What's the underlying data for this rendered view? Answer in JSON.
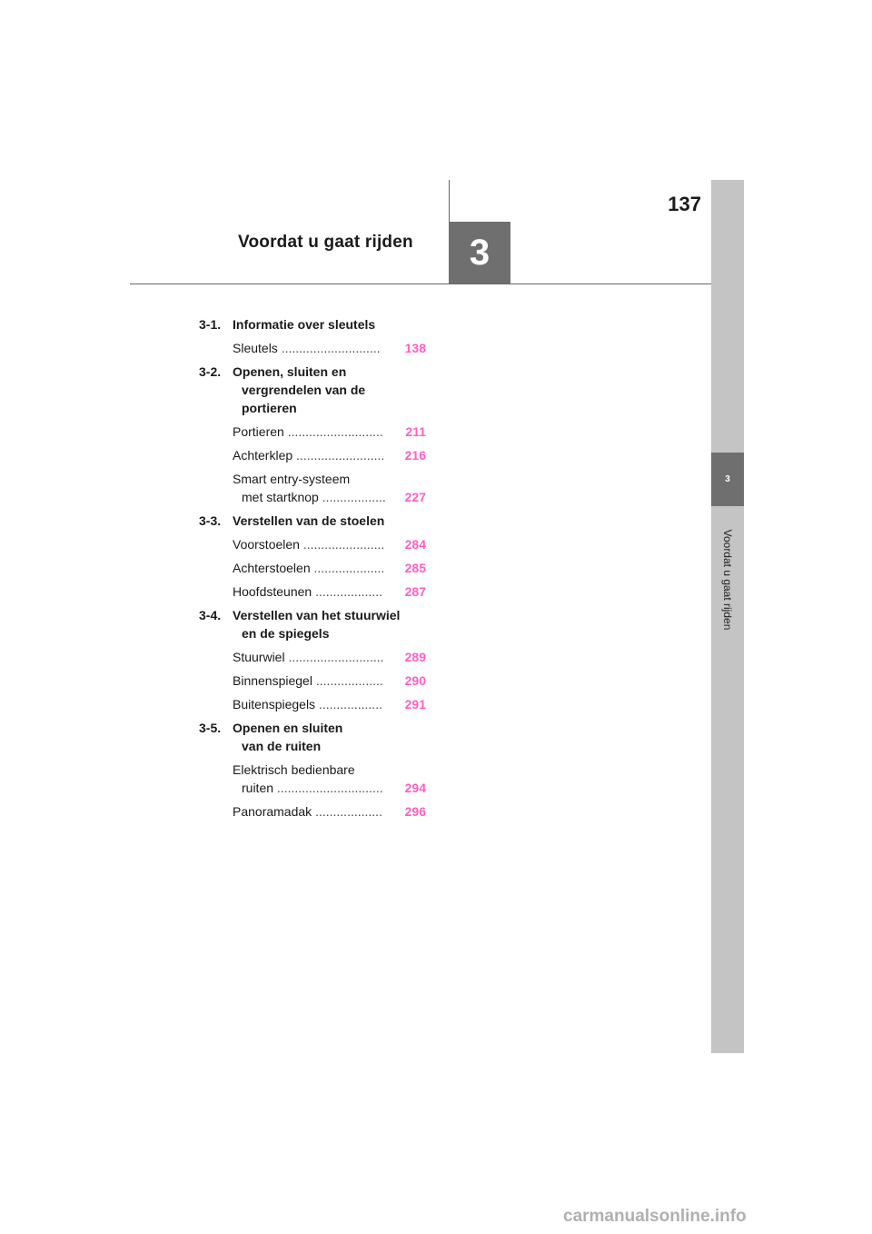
{
  "page": {
    "number": "137",
    "chapter_number": "3",
    "chapter_title": "Voordat u gaat rijden",
    "side_tab": {
      "number": "3",
      "label": "Voordat u gaat rijden"
    },
    "accent_color": "#ff5fc3"
  },
  "toc": [
    {
      "num": "3-1.",
      "title_lines": [
        "Informatie over sleutels"
      ],
      "entries": [
        {
          "lines": [
            "Sleutels"
          ],
          "dots": "............................",
          "page": "138"
        }
      ]
    },
    {
      "num": "3-2.",
      "title_lines": [
        "Openen, sluiten en",
        "vergrendelen van de",
        "portieren"
      ],
      "entries": [
        {
          "lines": [
            "Portieren"
          ],
          "dots": "...........................",
          "page": "211"
        },
        {
          "lines": [
            "Achterklep"
          ],
          "dots": ".........................",
          "page": "216"
        },
        {
          "lines": [
            "Smart entry-systeem",
            "met startknop"
          ],
          "dots": "..................",
          "page": "227"
        }
      ]
    },
    {
      "num": "3-3.",
      "title_lines": [
        "Verstellen van de stoelen"
      ],
      "entries": [
        {
          "lines": [
            "Voorstoelen"
          ],
          "dots": ".......................",
          "page": "284"
        },
        {
          "lines": [
            "Achterstoelen"
          ],
          "dots": "....................",
          "page": "285"
        },
        {
          "lines": [
            "Hoofdsteunen"
          ],
          "dots": "...................",
          "page": "287"
        }
      ]
    },
    {
      "num": "3-4.",
      "title_lines": [
        "Verstellen van het stuurwiel",
        "en de spiegels"
      ],
      "entries": [
        {
          "lines": [
            "Stuurwiel"
          ],
          "dots": "...........................",
          "page": "289"
        },
        {
          "lines": [
            "Binnenspiegel"
          ],
          "dots": "...................",
          "page": "290"
        },
        {
          "lines": [
            "Buitenspiegels"
          ],
          "dots": "..................",
          "page": "291"
        }
      ]
    },
    {
      "num": "3-5.",
      "title_lines": [
        "Openen en sluiten",
        "van de ruiten"
      ],
      "entries": [
        {
          "lines": [
            "Elektrisch bedienbare",
            "ruiten"
          ],
          "dots": "..............................",
          "page": "294"
        },
        {
          "lines": [
            "Panoramadak"
          ],
          "dots": "...................",
          "page": "296"
        }
      ]
    }
  ],
  "footer": "carmanualsonline.info"
}
